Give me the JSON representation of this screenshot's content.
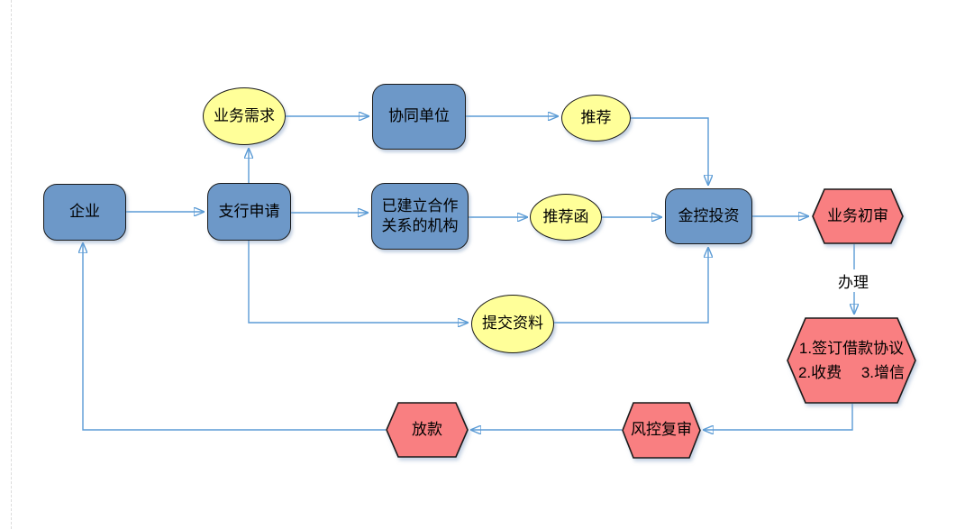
{
  "diagram": {
    "type": "flowchart",
    "background": "#FFFFFF",
    "colors": {
      "process_fill": "#6D98C8",
      "event_fill": "#FFFF99",
      "review_fill": "#F97F81",
      "shape_border": "#1A1A1A",
      "connector": "#5B9BD5",
      "margin_guide": "#DCDCDC"
    },
    "nodes": {
      "qiye": {
        "label": "企业",
        "shape": "rounded-rect"
      },
      "zhihang": {
        "label": "支行申请",
        "shape": "rounded-rect"
      },
      "yewuxuqiu": {
        "label": "业务需求",
        "shape": "ellipse"
      },
      "xietong": {
        "label": "协同单位",
        "shape": "rounded-rect"
      },
      "yijianli": {
        "label": "已建立合作关系的机构",
        "shape": "rounded-rect"
      },
      "tuijian": {
        "label": "推荐",
        "shape": "ellipse"
      },
      "tuijianhan": {
        "label": "推荐函",
        "shape": "ellipse"
      },
      "tijiao": {
        "label": "提交资料",
        "shape": "ellipse"
      },
      "jinkong": {
        "label": "金控投资",
        "shape": "rounded-rect"
      },
      "yewuchushen": {
        "label": "业务初审",
        "shape": "hexagon"
      },
      "banli": {
        "label": "办理"
      },
      "qianding": {
        "line1": "1.签订借款协议",
        "line2": "2.收费　 3.增信",
        "shape": "hexagon"
      },
      "fengkong": {
        "label": "风控复审",
        "shape": "hexagon"
      },
      "fangkuan": {
        "label": "放款",
        "shape": "hexagon"
      }
    },
    "edges": [
      {
        "from": "企业",
        "to": "支行申请"
      },
      {
        "from": "支行申请",
        "to": "业务需求"
      },
      {
        "from": "业务需求",
        "to": "协同单位"
      },
      {
        "from": "协同单位",
        "to": "推荐"
      },
      {
        "from": "推荐",
        "to": "金控投资"
      },
      {
        "from": "支行申请",
        "to": "已建立合作关系的机构"
      },
      {
        "from": "已建立合作关系的机构",
        "to": "推荐函"
      },
      {
        "from": "推荐函",
        "to": "金控投资"
      },
      {
        "from": "支行申请",
        "to": "提交资料"
      },
      {
        "from": "提交资料",
        "to": "金控投资"
      },
      {
        "from": "金控投资",
        "to": "业务初审"
      },
      {
        "from": "业务初审",
        "to": "1.签订借款协议 2.收费 3.增信",
        "label": "办理"
      },
      {
        "from": "1.签订借款协议 2.收费 3.增信",
        "to": "风控复审"
      },
      {
        "from": "风控复审",
        "to": "放款"
      },
      {
        "from": "放款",
        "to": "企业"
      }
    ]
  }
}
